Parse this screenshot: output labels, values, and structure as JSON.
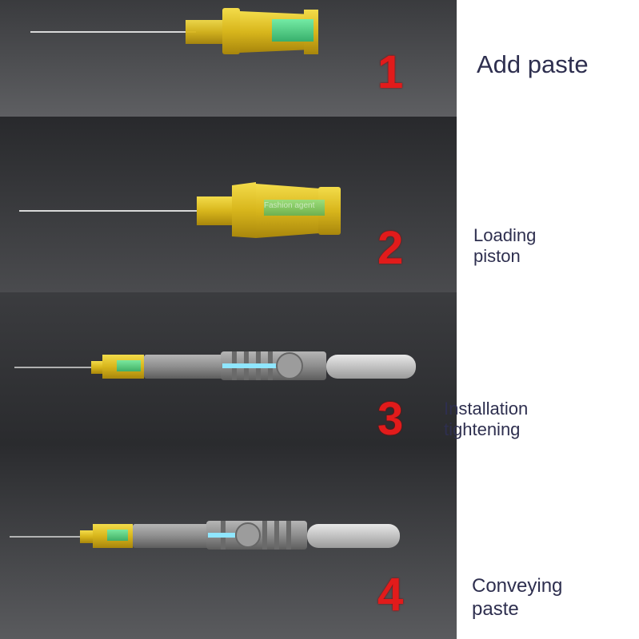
{
  "steps": [
    {
      "number": "1",
      "caption": "Add paste"
    },
    {
      "number": "2",
      "caption_line1": "Loading",
      "caption_line2": "piston"
    },
    {
      "number": "3",
      "caption_line1": "Installation",
      "caption_line2": "tightening"
    },
    {
      "number": "4",
      "caption_line1": "Conveying",
      "caption_line2": "paste"
    }
  ],
  "watermark": "Fashion agent",
  "colors": {
    "number_red": "#e21b1b",
    "caption_text": "#2e2f4f",
    "hub_yellow": "#e6c92a",
    "paste_green": "#3fe0a0",
    "piston_blue": "#7fdcff"
  }
}
